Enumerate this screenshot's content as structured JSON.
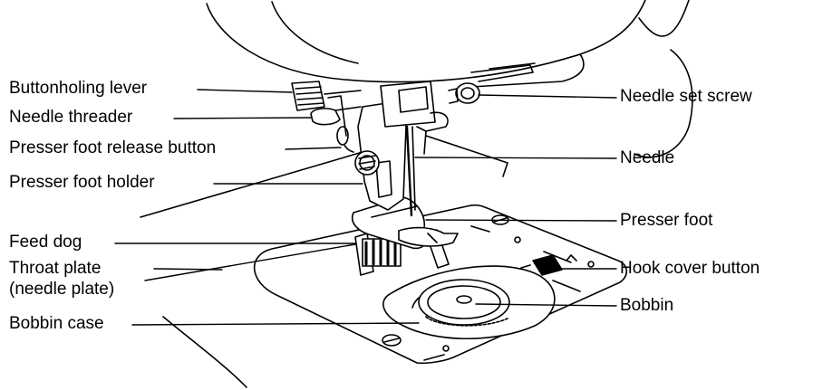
{
  "labels_left": [
    "Buttonholing lever",
    "Needle threader",
    "Presser foot release button",
    "Presser foot holder",
    "Feed dog",
    "Throat plate",
    "(needle plate)",
    "Bobbin case"
  ],
  "labels_right": [
    "Needle set screw",
    "Needle",
    "Presser foot",
    "Hook cover button",
    "Bobbin"
  ],
  "colors": {
    "ink": "#000000",
    "paper": "#ffffff",
    "machine_fill": "#ffffff"
  }
}
